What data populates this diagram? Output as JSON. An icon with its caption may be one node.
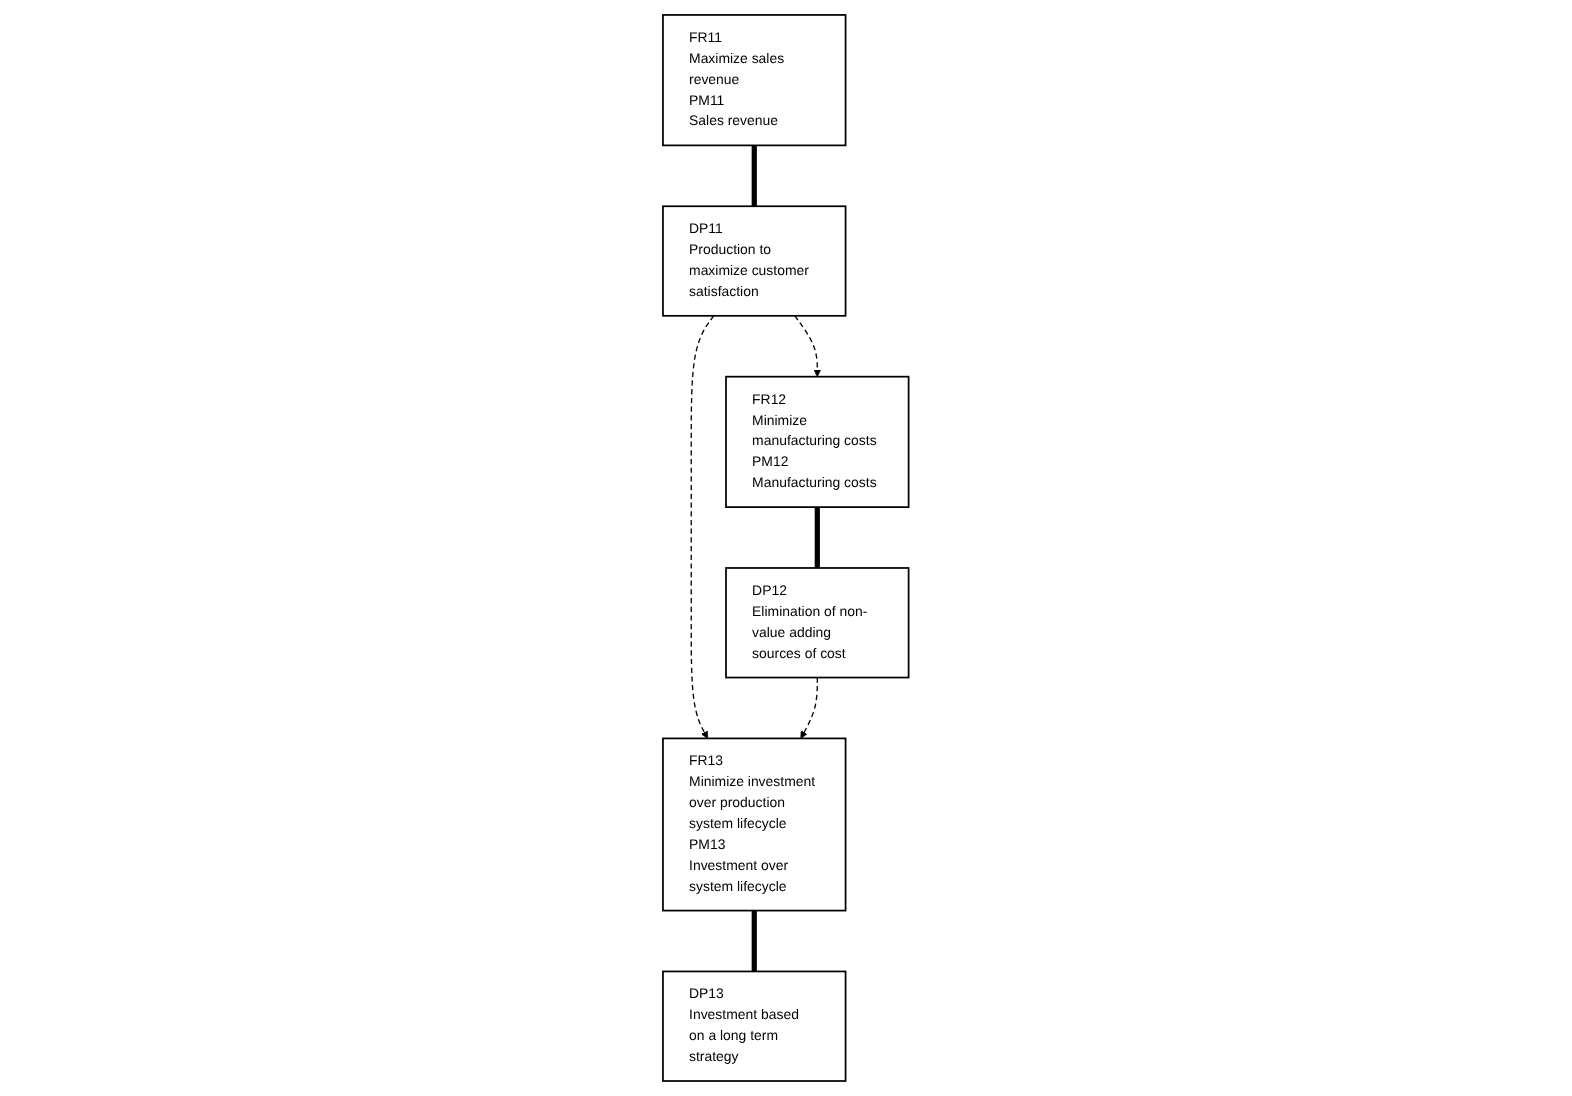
{
  "diagram": {
    "nodes": [
      {
        "text": [
          "FR11",
          "Maximize sales revenue",
          "PM11",
          "Sales revenue"
        ]
      },
      {
        "text": [
          "FR12",
          "Minimize manufacturing costs",
          "PM12",
          "Manufacturing costs"
        ]
      },
      {
        "text": [
          "FR13",
          "Minimize investment over production system lifecycle",
          "PM13",
          "Investment over system lifecycle"
        ]
      },
      {
        "text": [
          "DP11",
          "Production to maximize customer satisfaction"
        ]
      },
      {
        "text": [
          "DP12",
          "Elimination of non-value adding sources of cost"
        ]
      },
      {
        "text": [
          "DP13",
          "Investment based on a long term strategy"
        ]
      }
    ],
    "edges": [
      {
        "from": 0,
        "to": 3,
        "arrow": "none",
        "style": "thick"
      },
      {
        "from": 1,
        "to": 4,
        "arrow": "none",
        "style": "thick"
      },
      {
        "from": 2,
        "to": 5,
        "arrow": "none",
        "style": "thick"
      },
      {
        "from": 3,
        "to": 1,
        "arrow": "to",
        "style": "dashed"
      },
      {
        "from": 3,
        "to": 2,
        "arrow": "to",
        "style": "dashed"
      },
      {
        "from": 4,
        "to": 2,
        "arrow": "to",
        "style": "dashed"
      }
    ]
  }
}
